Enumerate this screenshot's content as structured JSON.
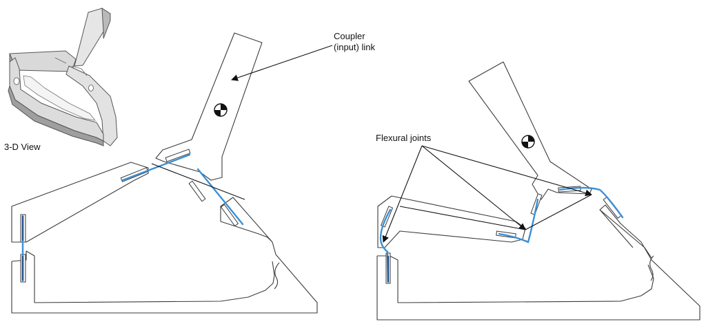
{
  "labels": {
    "coupler_line1": "Coupler",
    "coupler_line2": "(input) link",
    "view3d": "3-D View",
    "flexural": "Flexural joints"
  },
  "colors": {
    "outline": "#3a3a3a",
    "flexure": "#3b8fd6",
    "flexure_dark": "#1d4f86",
    "text": "#111111"
  },
  "icons": [
    "center-of-mass-icon",
    "arrow-head-icon"
  ]
}
